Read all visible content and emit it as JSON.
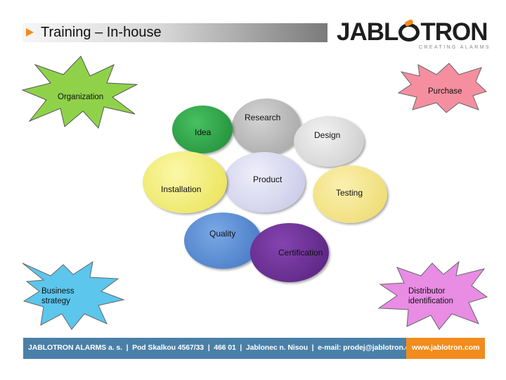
{
  "header": {
    "title": "Training – In-house",
    "accent_color": "#f28c1c"
  },
  "logo": {
    "name": "JABLOTRON",
    "tagline": "CREATING ALARMS"
  },
  "bursts": {
    "organization": {
      "label": "Organization",
      "color": "#8fd24a"
    },
    "purchase": {
      "label": "Purchase",
      "color": "#f58fa0"
    },
    "business_strategy": {
      "label_line1": "Business",
      "label_line2": "strategy",
      "color": "#5cc6ec"
    },
    "distributor": {
      "label_line1": "Distributor",
      "label_line2": "identification",
      "color": "#e98ce4"
    }
  },
  "circles": {
    "research": {
      "label": "Research",
      "color": "#b0b0b0"
    },
    "idea": {
      "label": "Idea",
      "color": "#2ea84a"
    },
    "design": {
      "label": "Design",
      "color": "#dcdcdc"
    },
    "product": {
      "label": "Product",
      "color": "#d6d6f0"
    },
    "installation": {
      "label": "Installation",
      "color": "#f5f07a"
    },
    "testing": {
      "label": "Testing",
      "color": "#f5e48a"
    },
    "quality": {
      "label": "Quality",
      "color": "#5b8fd4"
    },
    "certification": {
      "label": "Certification",
      "color": "#6a2a92"
    }
  },
  "footer": {
    "company": "JABLOTRON ALARMS a. s.",
    "address": "Pod Skalkou 4567/33",
    "postcode": "466 01",
    "city": "Jablonec n. Nisou",
    "email": "e-mail: prodej@jablotron.cz",
    "website": "www.jablotron.com"
  }
}
